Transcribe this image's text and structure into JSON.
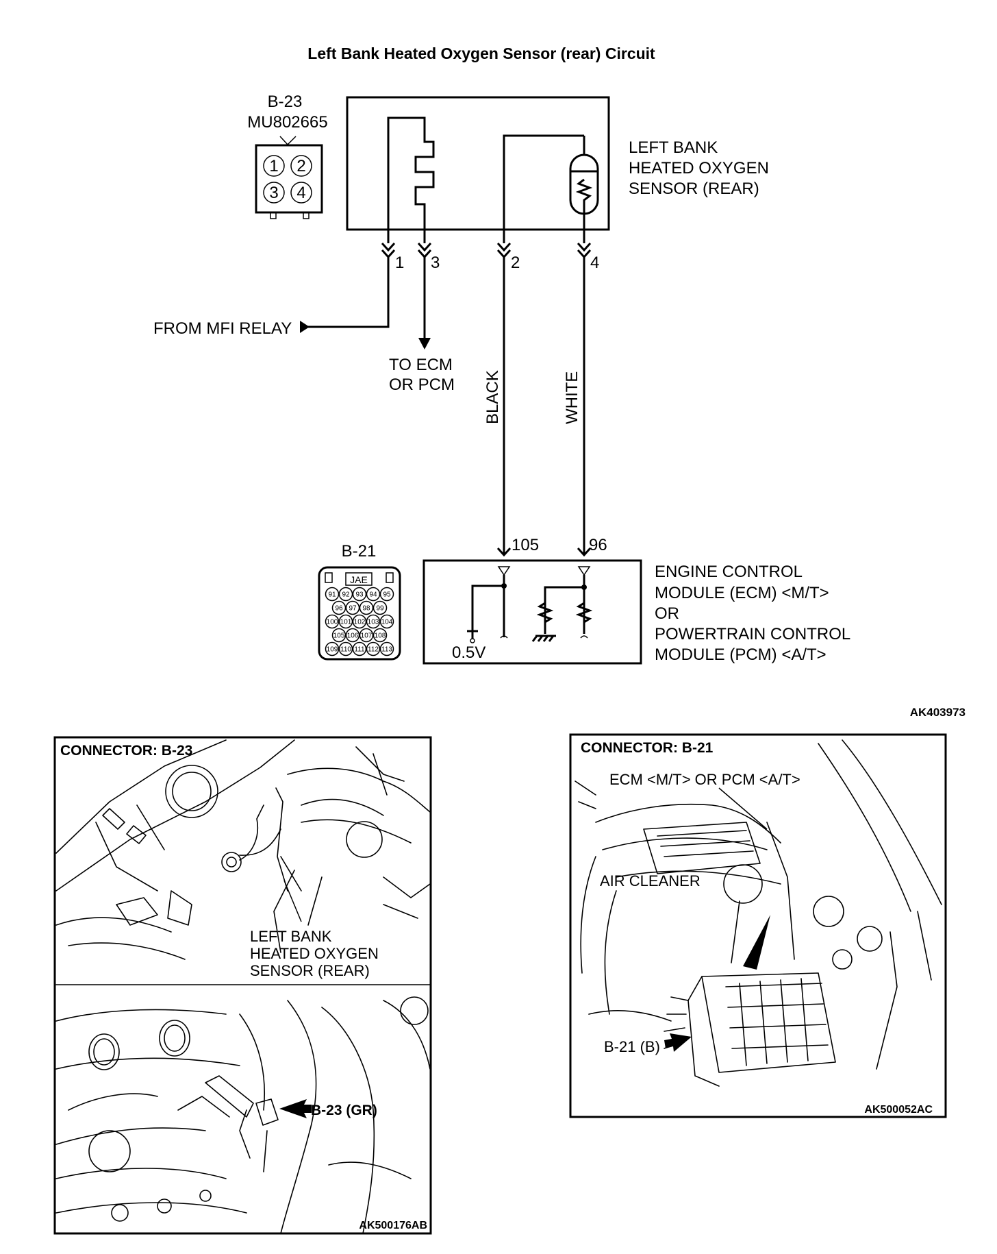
{
  "title": "Left Bank Heated Oxygen Sensor (rear) Circuit",
  "b23": {
    "id": "B-23",
    "part": "MU802665",
    "pins": [
      "1",
      "2",
      "3",
      "4"
    ]
  },
  "sensor_label": [
    "LEFT BANK",
    "HEATED OXYGEN",
    "SENSOR (REAR)"
  ],
  "sensor_pins": [
    "1",
    "3",
    "2",
    "4"
  ],
  "from_mfi": "FROM MFI RELAY",
  "to_ecm": [
    "TO ECM",
    "OR PCM"
  ],
  "wire_colors": {
    "pin2": "BLACK",
    "pin4": "WHITE"
  },
  "ecm_pins": [
    "105",
    "96"
  ],
  "b21": {
    "id": "B-21",
    "tag": "JAE",
    "rows": [
      [
        "91",
        "92",
        "93",
        "94",
        "95"
      ],
      [
        "96",
        "97",
        "98",
        "99"
      ],
      [
        "100",
        "101",
        "102",
        "103",
        "104"
      ],
      [
        "105",
        "106",
        "107",
        "108"
      ],
      [
        "109",
        "110",
        "111",
        "112",
        "113"
      ]
    ]
  },
  "ecm_label": [
    "ENGINE CONTROL",
    "MODULE (ECM) <M/T>",
    "OR",
    "POWERTRAIN CONTROL",
    "MODULE (PCM) <A/T>"
  ],
  "voltage": "0.5V",
  "fig_code": "AK403973",
  "panel_left": {
    "title": "CONNECTOR: B-23",
    "callout": [
      "LEFT BANK",
      "HEATED OXYGEN",
      "SENSOR (REAR)"
    ],
    "connector": "B-23 (GR)",
    "code": "AK500176AB"
  },
  "panel_right": {
    "title": "CONNECTOR: B-21",
    "ecm_label": "ECM <M/T> OR PCM <A/T>",
    "air_cleaner": "AIR CLEANER",
    "connector": "B-21 (B)",
    "code": "AK500052AC"
  }
}
